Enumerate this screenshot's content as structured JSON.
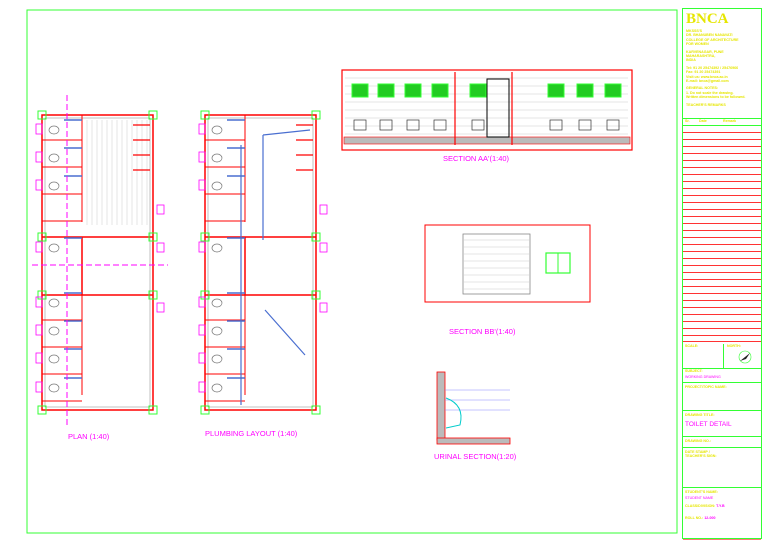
{
  "drawing_labels": {
    "plan": "PLAN (1:40)",
    "plumbing": "PLUMBING LAYOUT (1:40)",
    "section_aa": "SECTION AA'(1:40)",
    "section_bb": "SECTION BB'(1:40)",
    "urinal": "URINAL SECTION(1:20)"
  },
  "title_block": {
    "logo": "BNCA",
    "college": [
      "MKSSS'S",
      "DR. BHANUBEN NANAVATI",
      "COLLEGE OF ARCHITECTURE",
      "FOR WOMEN"
    ],
    "address": [
      "KARVENAGAR, PUNE",
      "MAHARASHTRA,",
      "INDIA"
    ],
    "contact": [
      "Tel: 91 20 25474392 / 25476966",
      "Fax: 91 20 25474391",
      "Visit us: www.bnca.ac.in",
      "E-mail: bnca@gmail.com"
    ],
    "general_notes_label": "GENERAL NOTES:",
    "general_notes": [
      "1. Do not scale the drawing.",
      "   Written dimensions to be followed."
    ],
    "remarks_label": "TEACHER'S REMARKS",
    "remarks_cols": [
      "Sr.",
      "Date",
      "Remark"
    ],
    "scale_label": "SCALE:",
    "north_label": "NORTH:",
    "subject_label": "SUBJECT:",
    "subject": "WORKING DRAWING",
    "project_label": "PROJECT/TOPIC NAME:",
    "drawing_title_label": "DRAWING TITLE:",
    "drawing_title": "TOILET DETAIL",
    "drawing_no_label": "DRAWING NO.:",
    "sign_label": [
      "DATE STAMP /",
      "TEACHER'S SIGN:"
    ],
    "student_label": "STUDENT'S NAME:",
    "student": "STUDENT NAME",
    "class_label": "CLASS/DIVISION:",
    "class": "T.Y.B",
    "roll_label": "ROLL NO.:",
    "roll": "12-000"
  },
  "colors": {
    "wall": "#ff0000",
    "border": "#33ff33",
    "text": "#ff00ff",
    "title_text": "#e6e600",
    "pipe": "#4060c0"
  }
}
